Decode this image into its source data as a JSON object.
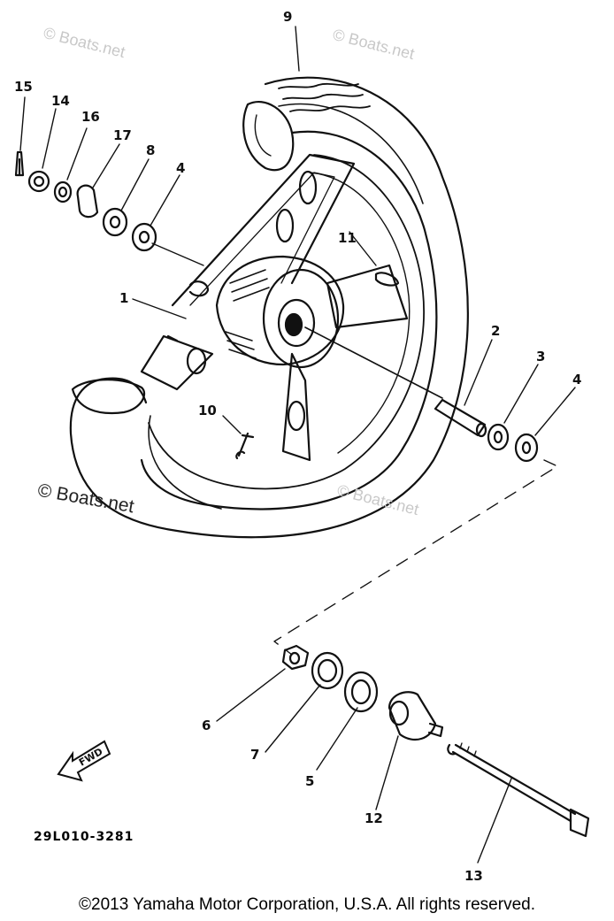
{
  "watermarks": [
    "© Boats.net",
    "© Boats.net",
    "© Boats.net",
    "© Boats.net"
  ],
  "callouts": [
    "9",
    "15",
    "14",
    "16",
    "17",
    "8",
    "4",
    "11",
    "1",
    "2",
    "3",
    "4",
    "10",
    "6",
    "7",
    "5",
    "12",
    "13"
  ],
  "fwd_label": "FWD",
  "part_code": "29L010-3281",
  "copyright": "©2013 Yamaha Motor Corporation, U.S.A. All rights reserved."
}
